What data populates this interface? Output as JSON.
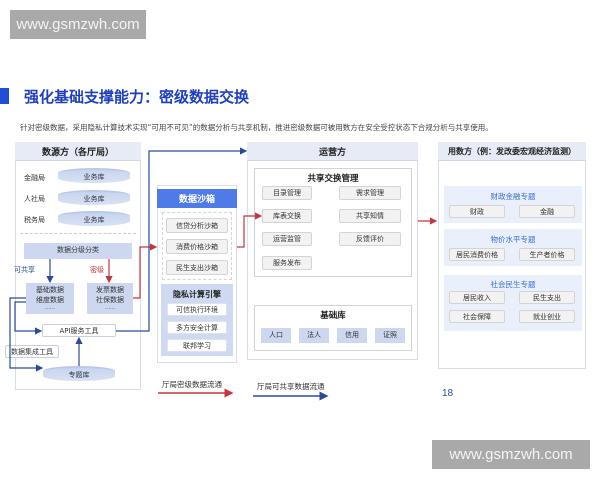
{
  "watermark": {
    "text": "www.gsmzwh.com"
  },
  "header": {
    "title": "强化基础支撑能力：密级数据交换",
    "subtitle": "针对密级数据，采用隐私计算技术实现“可用不可见”的数据分析与共享机制，推进密级数据可被用数方在安全受控状态下合规分析与共享使用。"
  },
  "source_panel": {
    "title": "数源方（各厅局）",
    "bureaus": [
      {
        "label": "金融局",
        "db": "业务库"
      },
      {
        "label": "人社局",
        "db": "业务库"
      },
      {
        "label": "税务局",
        "db": "业务库"
      }
    ],
    "classify": "数据分级分类",
    "shareable_tag": "可共享",
    "secret_tag": "密级",
    "shareable_box": [
      "基础数据",
      "维度数据",
      "……"
    ],
    "secret_box": [
      "发票数据",
      "社保数据",
      "……"
    ],
    "api_tool": "API服务工具",
    "integration_tool": "数据集成工具",
    "topic_db": "专题库"
  },
  "sandbox_panel": {
    "title": "数据沙箱",
    "sandboxes": [
      "信贷分析沙箱",
      "消费价格沙箱",
      "民生支出沙箱"
    ],
    "engine_title": "隐私计算引擎",
    "engine_items": [
      "可信执行环境",
      "多方安全计算",
      "联邦学习"
    ]
  },
  "operator_panel": {
    "title": "运营方",
    "exchange_title": "共享交换管理",
    "exchange_items": [
      "目录管理",
      "需求管理",
      "库表交换",
      "共享知情",
      "运营监管",
      "反馈评价",
      "服务发布"
    ],
    "base_title": "基础库",
    "base_items": [
      "人口",
      "法人",
      "信用",
      "证照"
    ]
  },
  "consumer_panel": {
    "title": "用数方（例：发改委宏观经济监测）",
    "topics": [
      {
        "title": "财政金融专题",
        "items": [
          "财政",
          "金融"
        ]
      },
      {
        "title": "物价水平专题",
        "items": [
          "居民消费价格",
          "生产者价格"
        ]
      },
      {
        "title": "社会民生专题",
        "items": [
          "居民收入",
          "民生支出",
          "社会保障",
          "就业创业"
        ]
      }
    ]
  },
  "legend": {
    "secret_flow": "厅局密级数据流通",
    "shared_flow": "厅局可共享数据流通"
  },
  "colors": {
    "secret": "#c8343b",
    "shared": "#2a4b9b",
    "accent": "#1e4fd8"
  },
  "page_number": "18"
}
